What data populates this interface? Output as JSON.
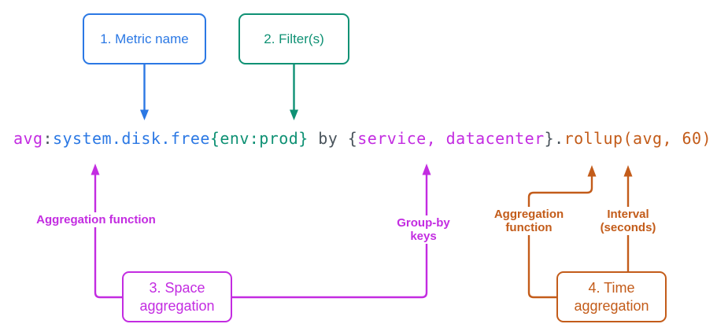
{
  "colors": {
    "blue": "#2b78e4",
    "green": "#0f9174",
    "magenta": "#c32ce1",
    "orange": "#c35c1a",
    "gray": "#4a545c",
    "background": "#ffffff"
  },
  "callouts": {
    "metric_name": {
      "label": "1. Metric name"
    },
    "filters": {
      "label": "2. Filter(s)"
    },
    "space_aggregation": {
      "line1": "3. Space",
      "line2": "aggregation"
    },
    "time_aggregation": {
      "line1": "4. Time",
      "line2": "aggregation"
    }
  },
  "annotations": {
    "space_agg_function": {
      "label": "Aggregation function"
    },
    "group_by_keys": {
      "label": "Group-by keys"
    },
    "time_agg_function": {
      "line1": "Aggregation",
      "line2": "function"
    },
    "interval": {
      "line1": "Interval",
      "line2": "(seconds)"
    }
  },
  "query": {
    "full_text": "avg:system.disk.free{env:prod} by {service, datacenter}.rollup(avg, 60)",
    "segments": [
      {
        "text": "avg",
        "color": "magenta"
      },
      {
        "text": ":",
        "color": "gray"
      },
      {
        "text": "system.disk.free",
        "color": "blue"
      },
      {
        "text": "{env:prod}",
        "color": "green"
      },
      {
        "text": " by ",
        "color": "gray"
      },
      {
        "text": "{",
        "color": "gray"
      },
      {
        "text": "service, datacenter",
        "color": "magenta"
      },
      {
        "text": "}",
        "color": "gray"
      },
      {
        "text": ".",
        "color": "gray"
      },
      {
        "text": "rollup(avg, 60)",
        "color": "orange"
      }
    ]
  }
}
